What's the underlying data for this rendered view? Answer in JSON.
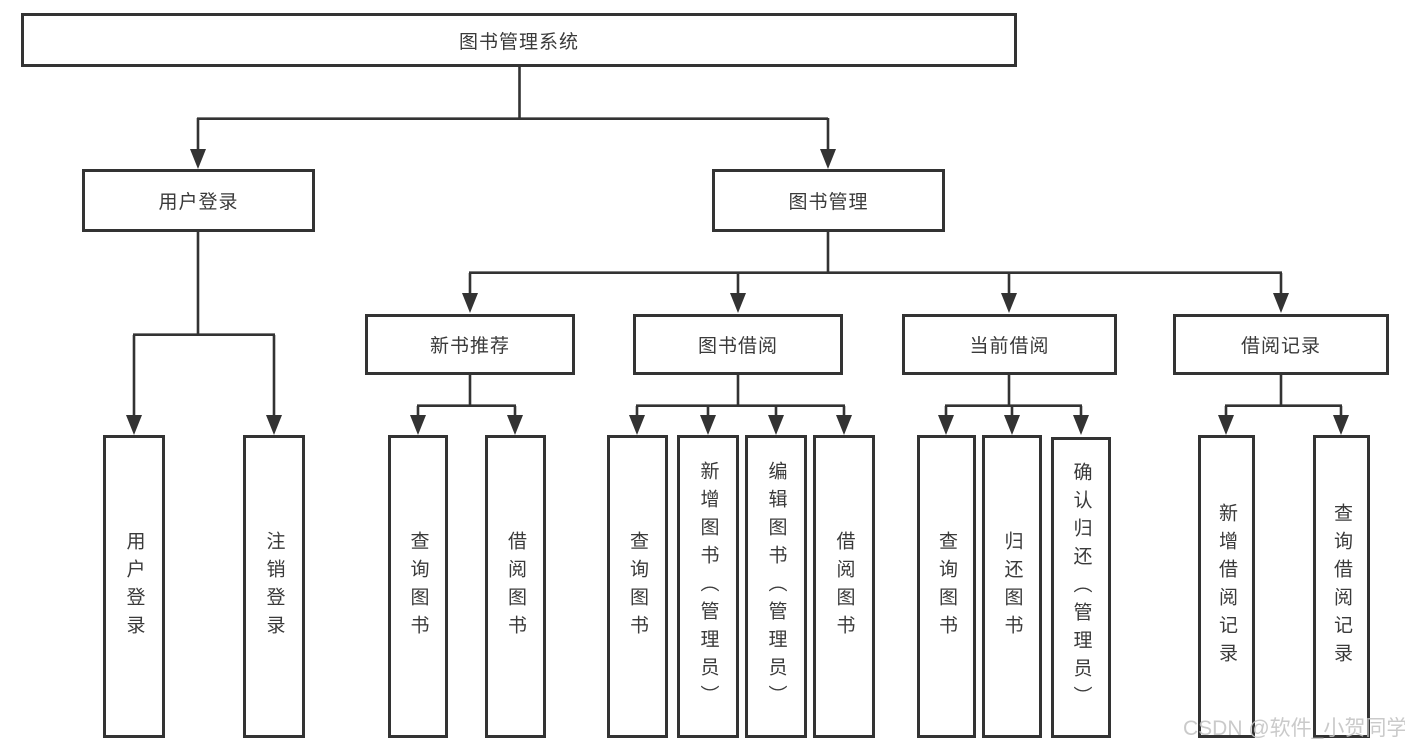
{
  "tree": {
    "label": "图书管理系统",
    "children": [
      {
        "label": "用户登录",
        "children": [
          {
            "label": "用户登录"
          },
          {
            "label": "注销登录"
          }
        ]
      },
      {
        "label": "图书管理",
        "children": [
          {
            "label": "新书推荐",
            "children": [
              {
                "label": "查询图书"
              },
              {
                "label": "借阅图书"
              }
            ]
          },
          {
            "label": "图书借阅",
            "children": [
              {
                "label": "查询图书"
              },
              {
                "label": "新增图书（管理员）"
              },
              {
                "label": "编辑图书（管理员）"
              },
              {
                "label": "借阅图书"
              }
            ]
          },
          {
            "label": "当前借阅",
            "children": [
              {
                "label": "查询图书"
              },
              {
                "label": "归还图书"
              },
              {
                "label": "确认归还（管理员）"
              }
            ]
          },
          {
            "label": "借阅记录",
            "children": [
              {
                "label": "新增借阅记录"
              },
              {
                "label": "查询借阅记录"
              }
            ]
          }
        ]
      }
    ]
  },
  "watermark": "CSDN @软件_小贺同学",
  "colors": {
    "line": "#333333",
    "border": "#333333",
    "text": "#3a3a3a",
    "watermark": "#c3c3c3",
    "background": "#ffffff"
  }
}
